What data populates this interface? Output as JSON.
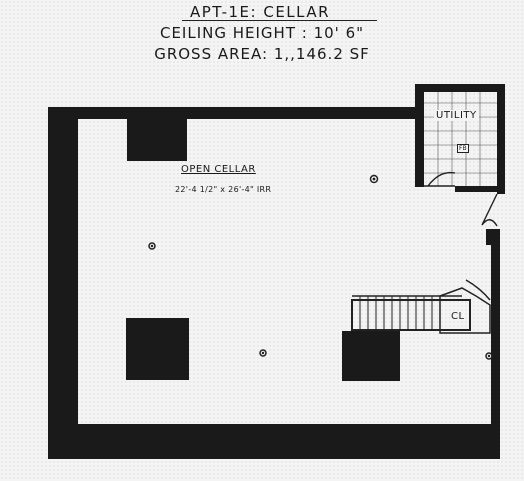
{
  "header": {
    "title": "APT-1E:   CELLAR",
    "ceiling_height": "CEILING HEIGHT : 10' 6\"",
    "gross_area": "GROSS AREA: 1,,146.2 SF"
  },
  "rooms": {
    "open_cellar": {
      "name": "OPEN CELLAR",
      "dimensions": "22'-4 1/2\" x 26'-4\"  IRR"
    },
    "utility": {
      "name": "UTILITY",
      "fixture_label": "FB"
    },
    "closet": {
      "name": "CL"
    }
  }
}
